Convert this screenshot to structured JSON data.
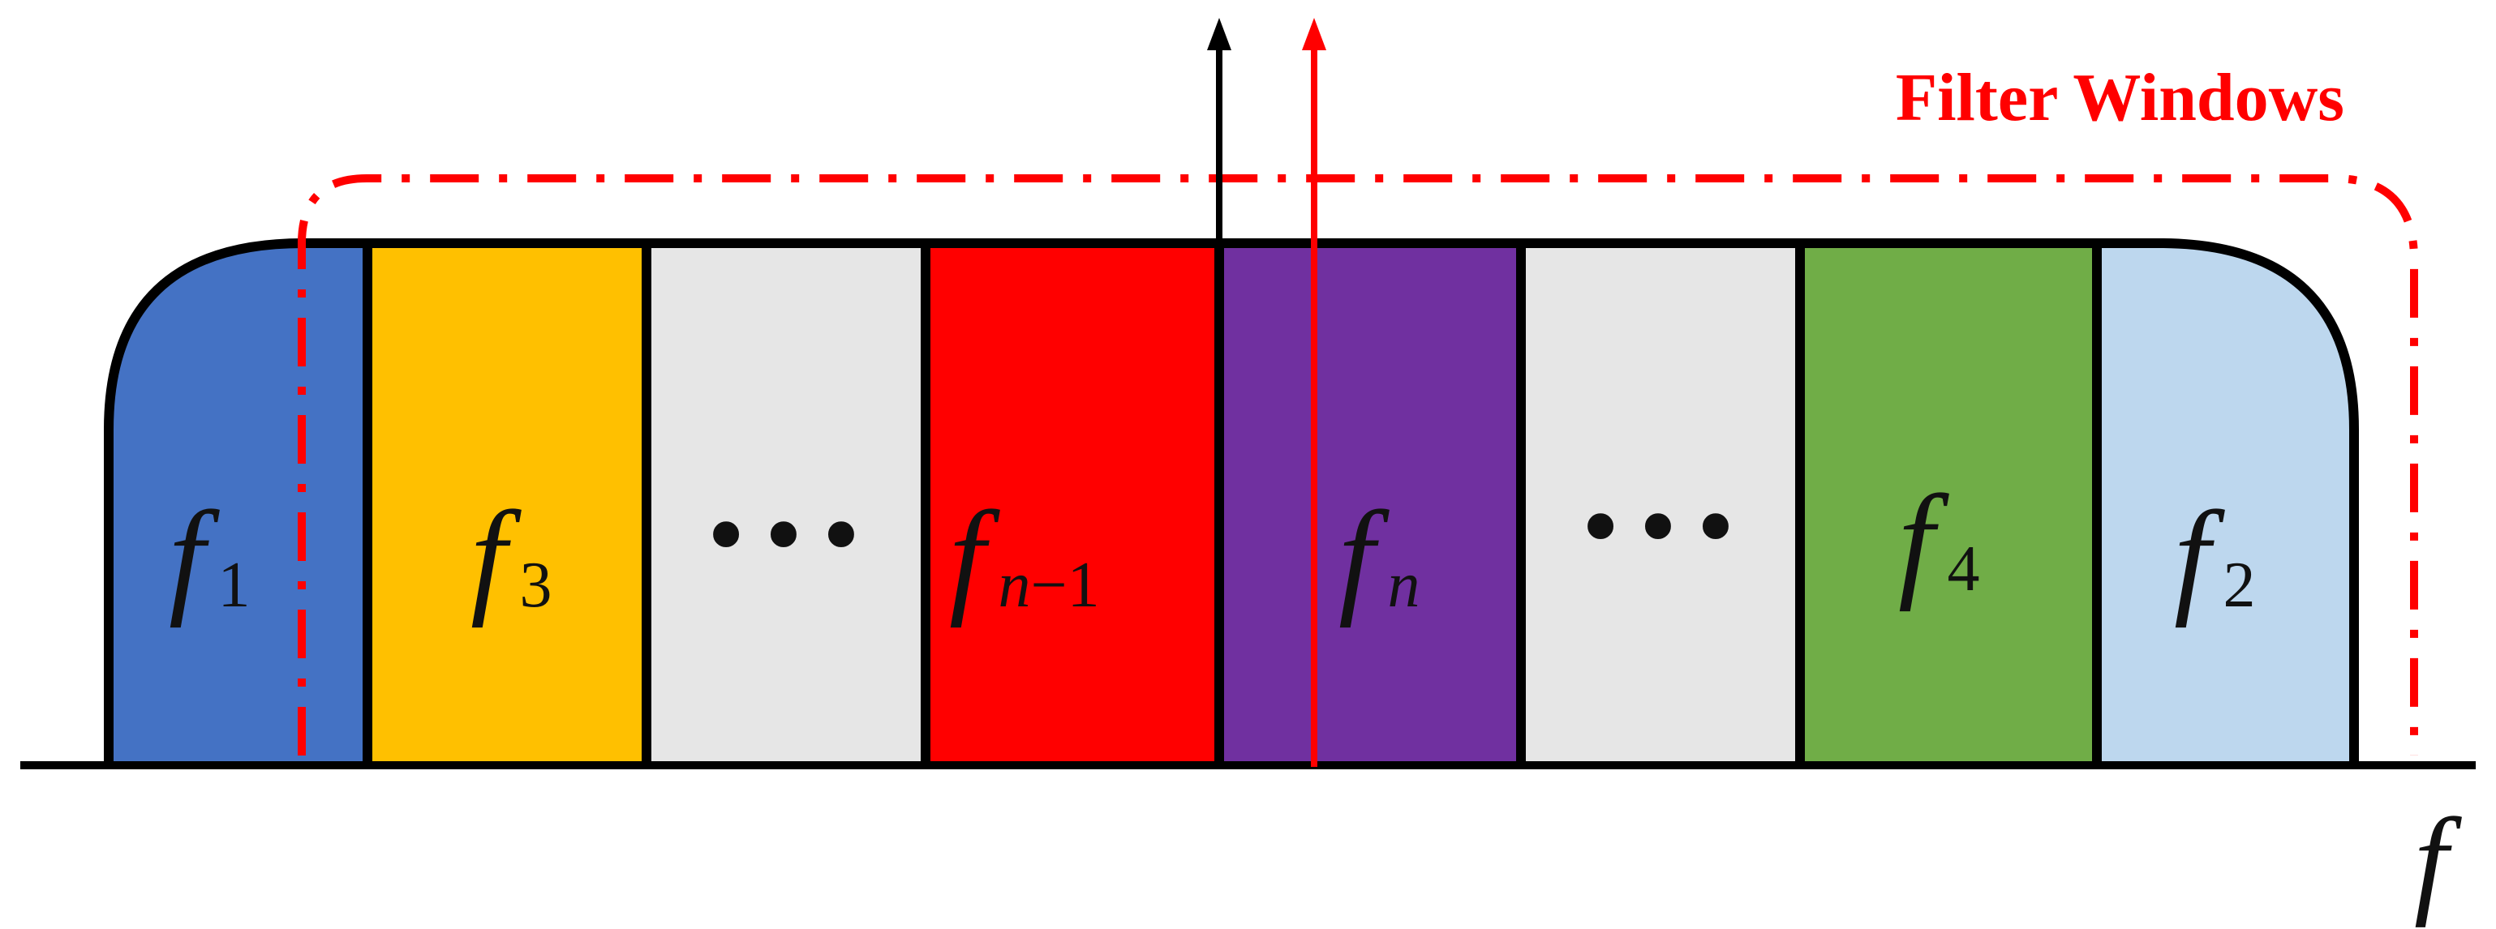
{
  "title": "Filter Windows",
  "axis_label": "f",
  "dots": "•••",
  "bands": [
    {
      "id": "f1",
      "symbol": "f",
      "sub_var": "",
      "sub_num": "1",
      "color": "#4472C4"
    },
    {
      "id": "f3",
      "symbol": "f",
      "sub_var": "",
      "sub_num": "3",
      "color": "#FFC000"
    },
    {
      "id": "dots-left",
      "symbol": "",
      "color": "#E6E6E6"
    },
    {
      "id": "fn-1",
      "symbol": "f",
      "sub_var": "n",
      "sub_num": "−1",
      "color": "#FF0000"
    },
    {
      "id": "fn",
      "symbol": "f",
      "sub_var": "n",
      "sub_num": "",
      "color": "#7030A0"
    },
    {
      "id": "dots-right",
      "symbol": "",
      "color": "#E6E6E6"
    },
    {
      "id": "f4",
      "symbol": "f",
      "sub_var": "",
      "sub_num": "4",
      "color": "#70AD47"
    },
    {
      "id": "f2",
      "symbol": "f",
      "sub_var": "",
      "sub_num": "2",
      "color": "#BDD7EE"
    }
  ],
  "colors": {
    "outline": "#000000",
    "window": "#FF0000",
    "arrow_black": "#000000",
    "arrow_red": "#FF0000"
  }
}
